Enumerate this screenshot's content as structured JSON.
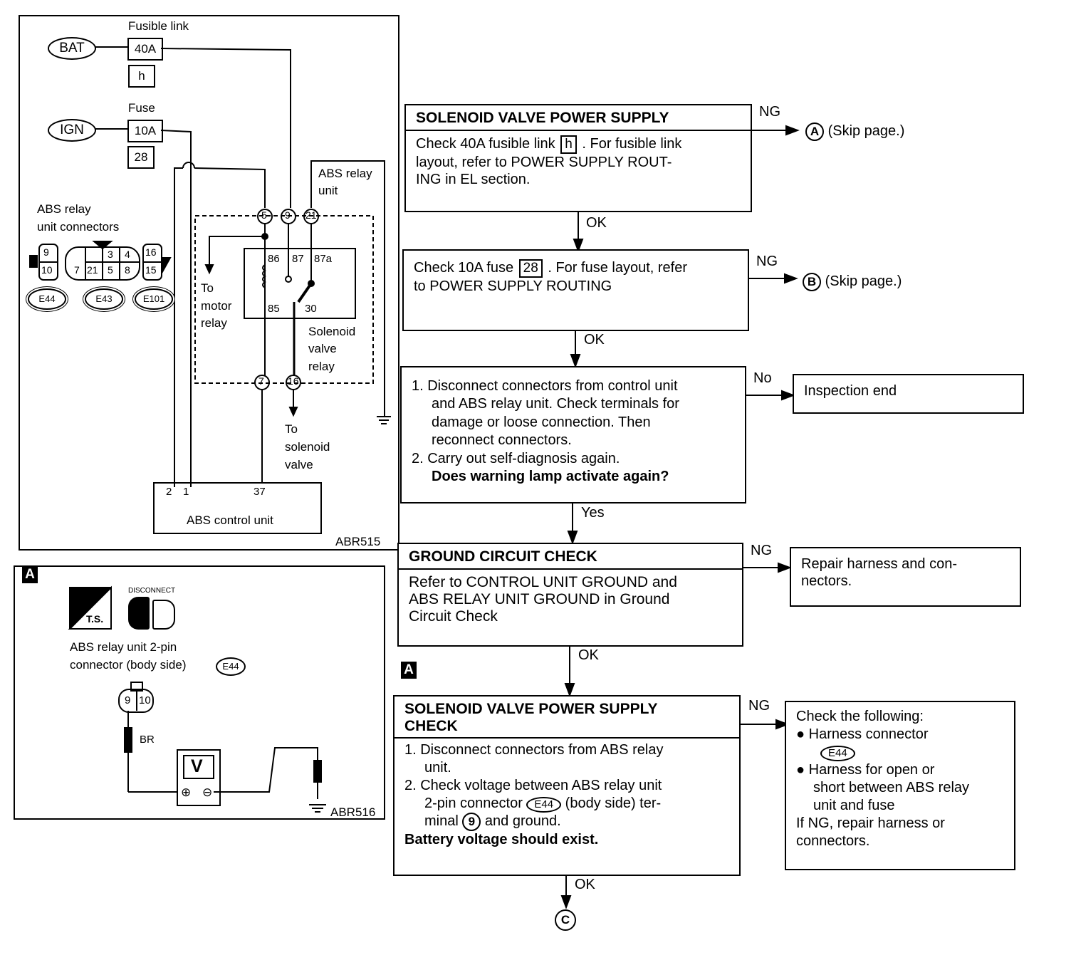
{
  "schematic": {
    "fusible_link_label": "Fusible link",
    "bat": "BAT",
    "fusible_link_value": "40A",
    "fusible_link_id": "h",
    "fuse_label": "Fuse",
    "ign": "IGN",
    "fuse_value": "10A",
    "fuse_id": "28",
    "abs_relay_unit": [
      "ABS relay",
      "unit"
    ],
    "connectors_title": [
      "ABS relay",
      "unit connectors"
    ],
    "conn_e44_pins": [
      "9",
      "10"
    ],
    "conn_e43_pins": [
      "3",
      "4",
      "7",
      "21",
      "5",
      "8"
    ],
    "conn_e101_pins": [
      "16",
      "15"
    ],
    "conn_ids": [
      "E44",
      "E43",
      "E101"
    ],
    "terminals": [
      "5",
      "9",
      "21",
      "7",
      "16"
    ],
    "relay_pins": [
      "86",
      "87",
      "87a",
      "85",
      "30"
    ],
    "to_motor_relay": [
      "To",
      "motor",
      "relay"
    ],
    "solenoid_valve_relay": [
      "Solenoid",
      "valve",
      "relay"
    ],
    "to_solenoid_valve": [
      "To",
      "solenoid",
      "valve"
    ],
    "control_unit_pins": [
      "2",
      "1",
      "37"
    ],
    "control_unit_label": "ABS control unit",
    "code": "ABR515"
  },
  "test_panel": {
    "tag": "A",
    "ts_label": "T.S.",
    "disconnect_label": "DISCONNECT",
    "connector_title": [
      "ABS relay unit 2-pin",
      "connector (body side)"
    ],
    "connector_id": "E44",
    "pins": [
      "9",
      "10"
    ],
    "wire_color": "BR",
    "meter": "V",
    "plus": "⊕",
    "minus": "⊖",
    "code": "ABR516"
  },
  "flow": {
    "step1": {
      "title": "SOLENOID VALVE POWER SUPPLY",
      "line1a": "Check 40A fusible link ",
      "line1_box": "h",
      "line1b": " . For fusible link",
      "line2": "layout, refer to POWER SUPPLY ROUT-",
      "line3": "ING in EL section."
    },
    "ng1": "NG",
    "out1_circle": "A",
    "out1_text": "(Skip page.)",
    "ok1": "OK",
    "step2": {
      "line1a": "Check 10A fuse ",
      "line1_box": "28",
      "line1b": " . For fuse layout, refer",
      "line2": "to POWER SUPPLY ROUTING"
    },
    "ng2": "NG",
    "out2_circle": "B",
    "out2_text": "(Skip page.)",
    "ok2": "OK",
    "step3": {
      "item1": [
        "1. Disconnect connectors from control unit",
        "and ABS relay unit. Check terminals for",
        "damage or loose connection. Then",
        "reconnect connectors."
      ],
      "item2": "2. Carry out self-diagnosis again.",
      "question": "Does warning lamp activate again?"
    },
    "no3": "No",
    "out3": "Inspection end",
    "yes3": "Yes",
    "step4": {
      "title": "GROUND CIRCUIT CHECK",
      "body": [
        "Refer to CONTROL UNIT GROUND and",
        "ABS RELAY UNIT GROUND in Ground",
        "Circuit Check"
      ]
    },
    "ng4": "NG",
    "out4": [
      "Repair harness and con-",
      "nectors."
    ],
    "ok4": "OK",
    "tag_a": "A",
    "step5": {
      "title": [
        "SOLENOID VALVE POWER SUPPLY",
        "CHECK"
      ],
      "item1": [
        "1. Disconnect connectors from ABS relay",
        "unit."
      ],
      "item2a": [
        "2. Check voltage between ABS relay unit"
      ],
      "item2b_pre": "2-pin connector ",
      "item2b_id": "E44",
      "item2b_post": " (body side) ter-",
      "item2c_pre": "minal ",
      "item2c_circle": "9",
      "item2c_post": " and ground.",
      "result": "Battery voltage should exist."
    },
    "ng5": "NG",
    "out5": {
      "title": "Check the following:",
      "b1": "Harness connector",
      "b1_id": "E44",
      "b2": [
        "Harness for open or",
        "short between ABS relay",
        "unit and fuse"
      ],
      "tail": [
        "If NG, repair harness or",
        "connectors."
      ]
    },
    "ok5": "OK",
    "end_circle": "C"
  }
}
